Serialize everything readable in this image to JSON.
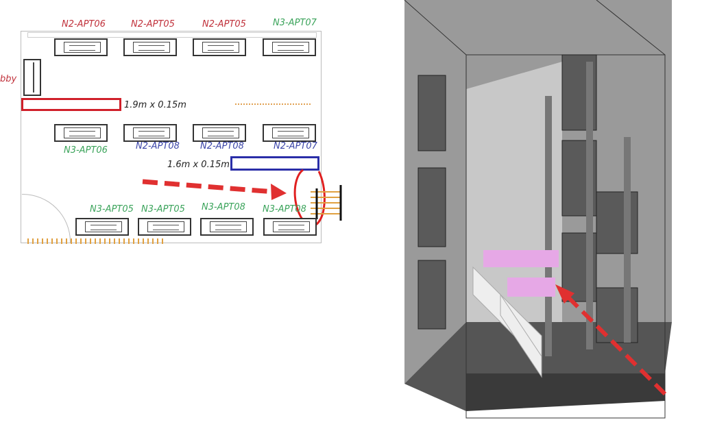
{
  "plan": {
    "top_labels": [
      "N2-APT06",
      "N2-APT05",
      "N2-APT05",
      "N3-APT07"
    ],
    "middle_labels": [
      {
        "text": "N3-APT06",
        "group": "N3"
      },
      {
        "text": "N2-APT08",
        "group": "N2"
      },
      {
        "text": "N2-APT08",
        "group": "N2"
      },
      {
        "text": "N2-APT07",
        "group": "N2"
      }
    ],
    "bottom_labels": [
      "N3-APT05",
      "N3-APT05",
      "N3-APT08",
      "N3-APT08"
    ],
    "side_label": "bby",
    "dim_red": "1.9m x 0.15m",
    "dim_blue": "1.6m x 0.15m"
  },
  "colors": {
    "n2_top": "#c0303a",
    "n2_mid": "#3a44a8",
    "n3": "#3aa35a",
    "highlight_red": "#d0202a",
    "highlight_blue": "#2a2ea8",
    "duct": "#e6a8e6"
  }
}
